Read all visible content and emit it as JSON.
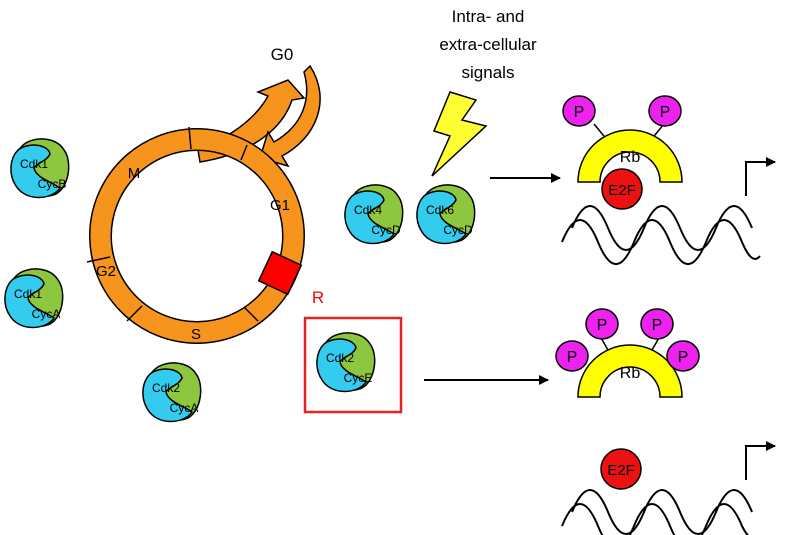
{
  "signals": {
    "line1": "Intra- and",
    "line2": "extra-cellular",
    "line3": "signals"
  },
  "cycle": {
    "g0": "G0",
    "phases": {
      "m": "M",
      "g1": "G1",
      "g2": "G2",
      "s": "S"
    },
    "restriction": "R"
  },
  "complexes": [
    {
      "cdk": "Cdk1",
      "cyc": "CycB"
    },
    {
      "cdk": "Cdk1",
      "cyc": "CycA"
    },
    {
      "cdk": "Cdk2",
      "cyc": "CycA"
    },
    {
      "cdk": "Cdk4",
      "cyc": "CycD"
    },
    {
      "cdk": "Cdk6",
      "cyc": "CycD"
    },
    {
      "cdk": "Cdk2",
      "cyc": "CycE"
    }
  ],
  "proteins": {
    "rb": "Rb",
    "e2f": "E2F",
    "p": "P"
  },
  "colors": {
    "cycle": "#F7941D",
    "cdk": "#33CCEE",
    "cyclin": "#8DC63F",
    "restriction": "#FF0000",
    "rb": "#FFFF00",
    "e2f": "#EE1111",
    "phosphate": "#EE22EE",
    "bolt": "#FFFF33"
  }
}
